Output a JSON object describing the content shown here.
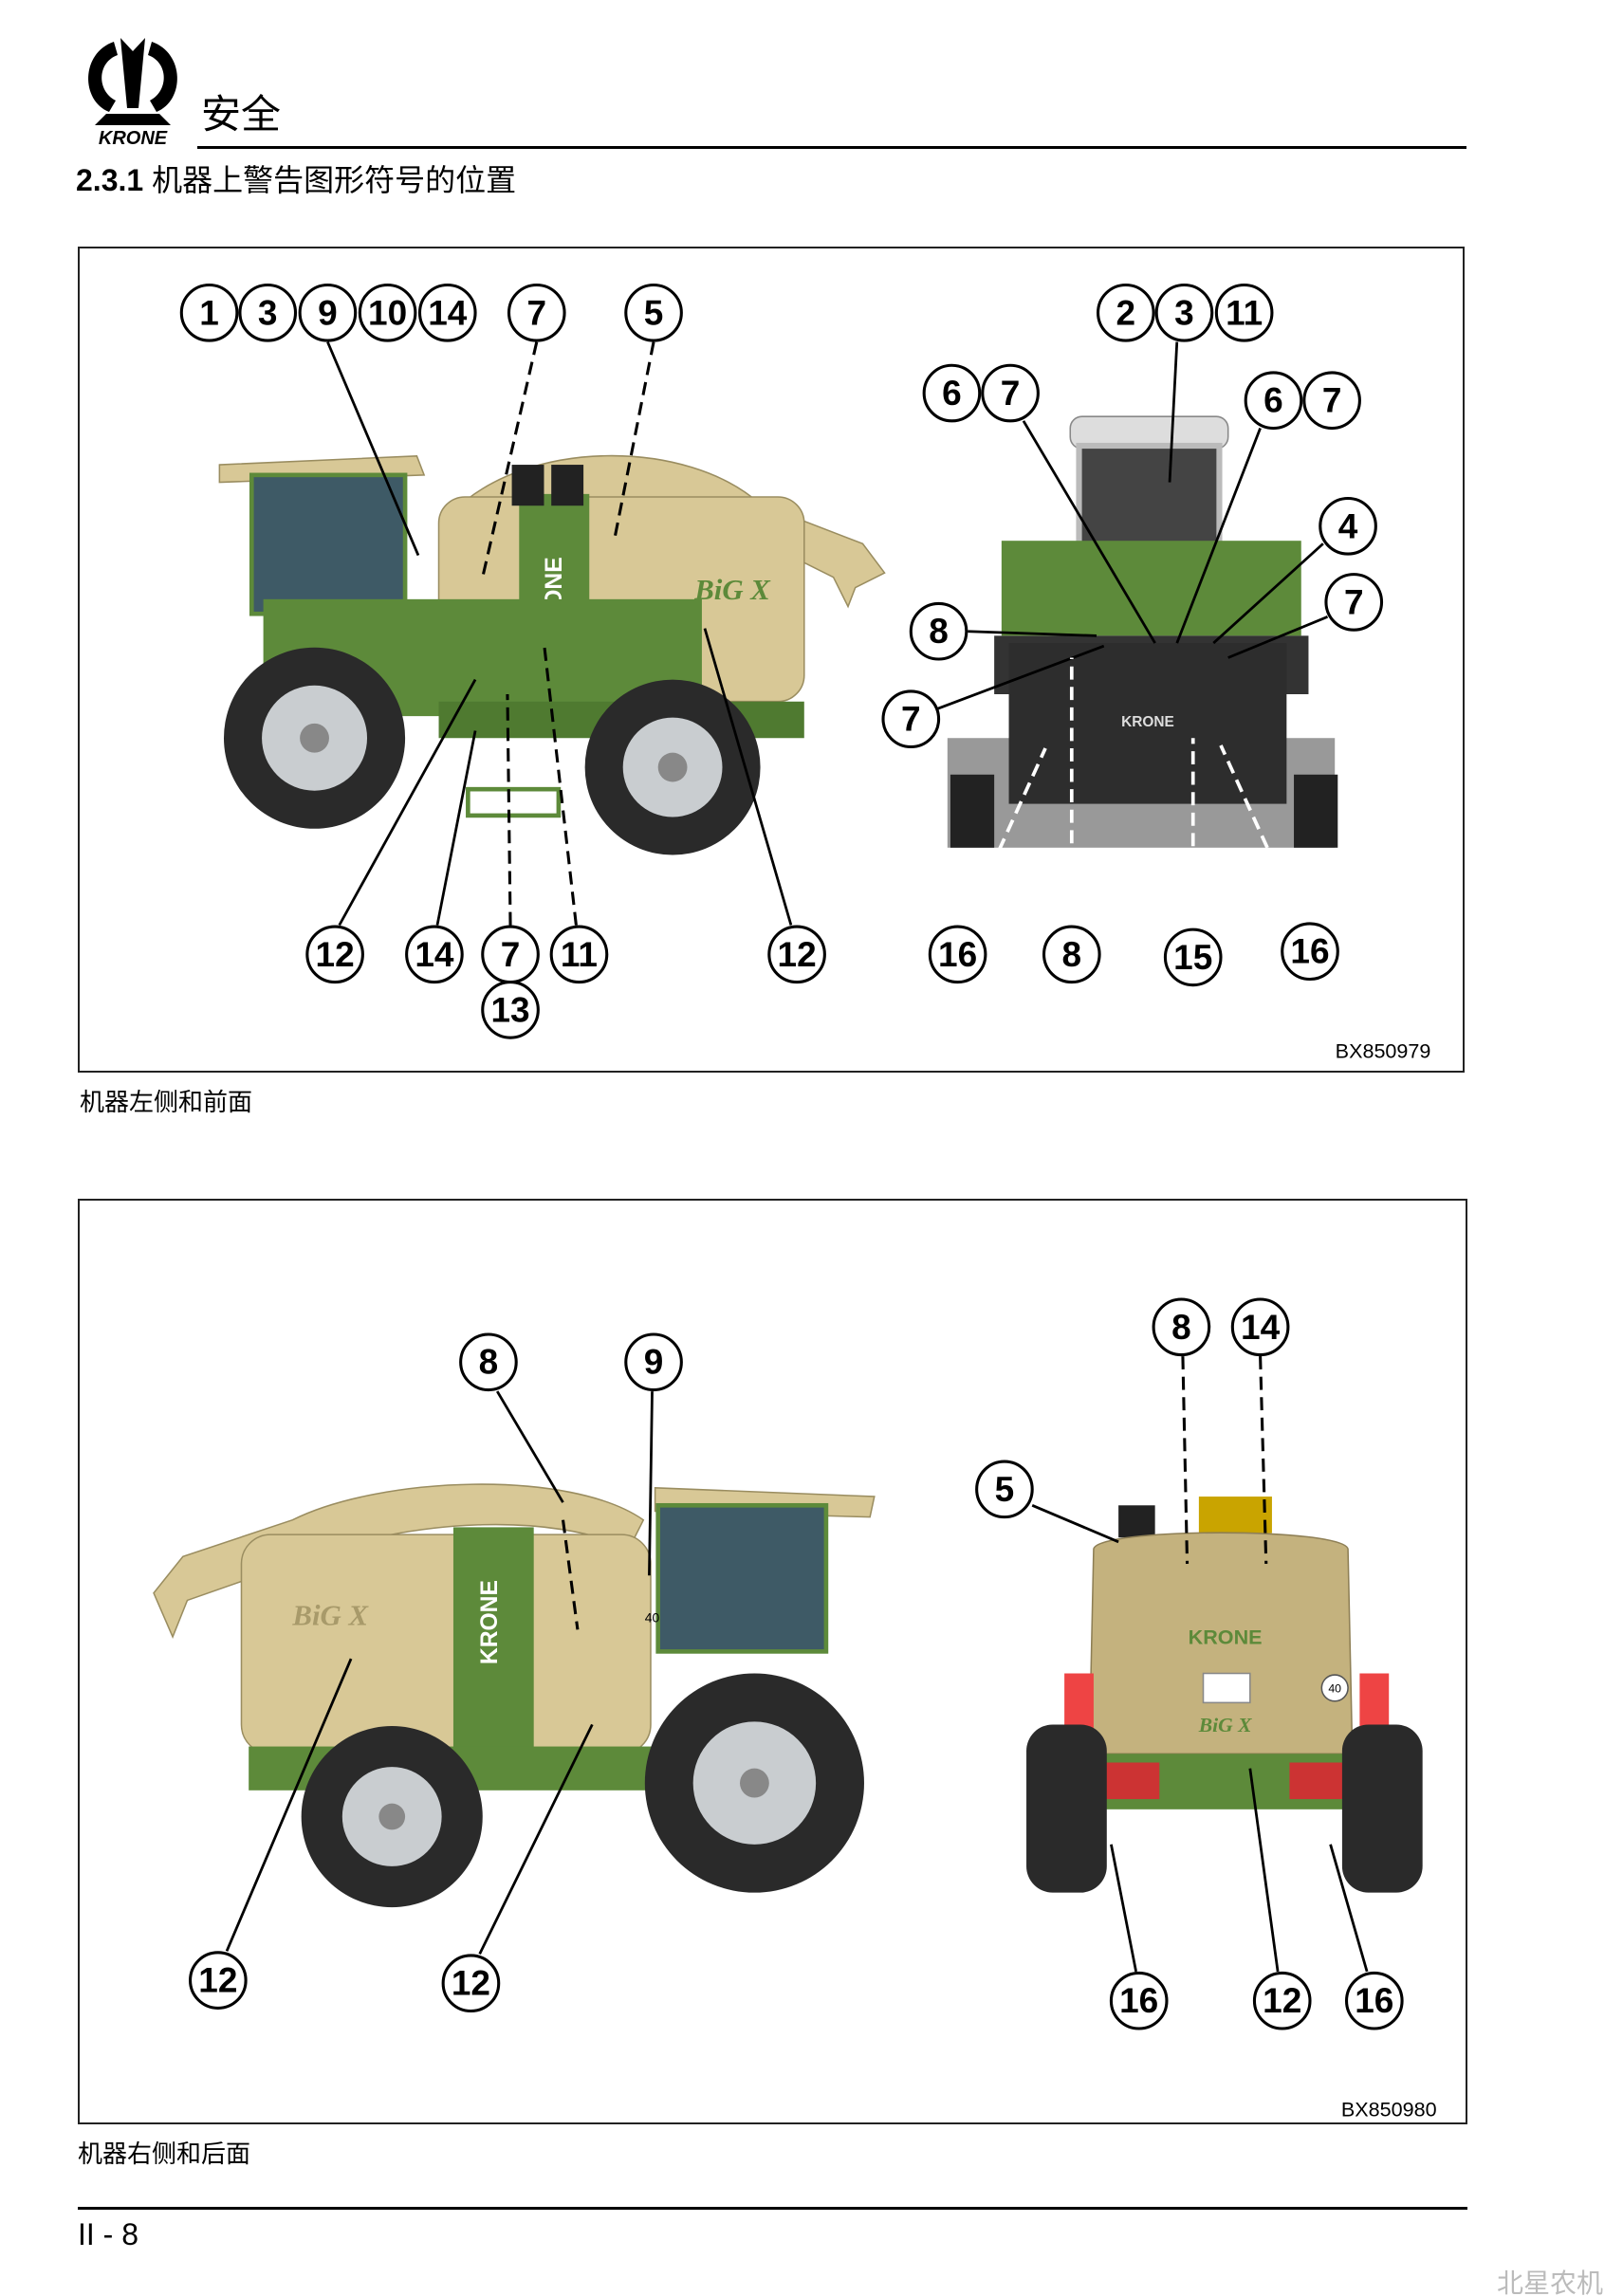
{
  "header": {
    "logo_text": "KRONE",
    "chapter_title": "安全"
  },
  "section": {
    "number": "2.3.1",
    "title": "机器上警告图形符号的位置"
  },
  "figure1": {
    "id": "BX850979",
    "caption": "机器左侧和前面",
    "callouts": [
      "1",
      "3",
      "9",
      "10",
      "14",
      "7",
      "5",
      "2",
      "3",
      "11",
      "6",
      "7",
      "6",
      "7",
      "4",
      "8",
      "7",
      "7",
      "12",
      "14",
      "7",
      "11",
      "13",
      "12",
      "16",
      "8",
      "15",
      "16"
    ],
    "decals": {
      "model": "BiG X",
      "brand": "KRONE"
    }
  },
  "figure2": {
    "id": "BX850980",
    "caption": "机器右侧和后面",
    "callouts": [
      "8",
      "9",
      "8",
      "14",
      "5",
      "12",
      "12",
      "16",
      "12",
      "16"
    ],
    "decals": {
      "model": "BiG X",
      "brand": "KRONE",
      "speed": "40"
    }
  },
  "footer": {
    "page_number": "II - 8"
  },
  "watermark": "北星农机网",
  "colors": {
    "body": "#d8c896",
    "green": "#5d8a3a",
    "tyre": "#2a2a2a",
    "rim": "#c9cdd0"
  }
}
